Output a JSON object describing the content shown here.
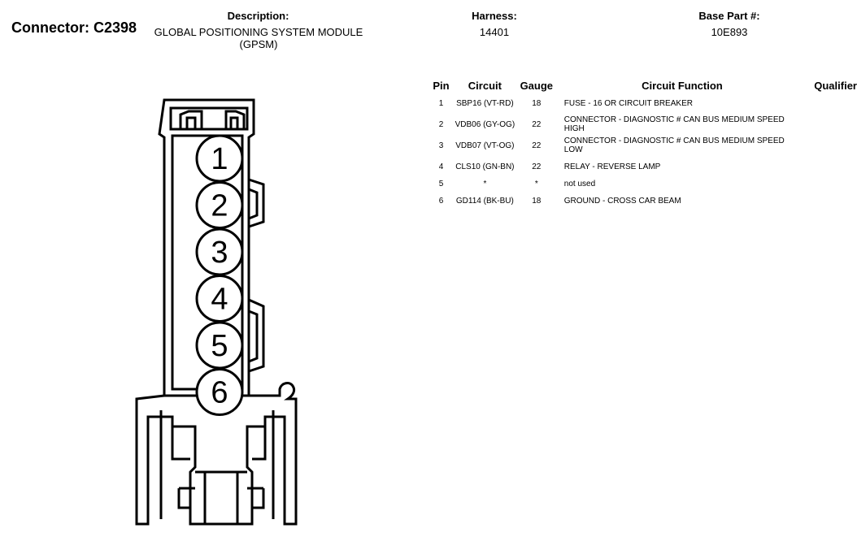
{
  "connector": {
    "title": "Connector: C2398",
    "description_label": "Description:",
    "description": "GLOBAL POSITIONING SYSTEM MODULE (GPSM)",
    "harness_label": "Harness:",
    "harness": "14401",
    "base_part_label": "Base Part #:",
    "base_part": "10E893"
  },
  "table": {
    "headers": {
      "pin": "Pin",
      "circuit": "Circuit",
      "gauge": "Gauge",
      "function": "Circuit Function",
      "qualifier": "Qualifier"
    },
    "rows": [
      {
        "pin": "1",
        "circuit": "SBP16 (VT-RD)",
        "gauge": "18",
        "function": "FUSE - 16 OR CIRCUIT BREAKER",
        "qualifier": ""
      },
      {
        "pin": "2",
        "circuit": "VDB06 (GY-OG)",
        "gauge": "22",
        "function": "CONNECTOR - DIAGNOSTIC # CAN BUS MEDIUM SPEED HIGH",
        "qualifier": ""
      },
      {
        "pin": "3",
        "circuit": "VDB07 (VT-OG)",
        "gauge": "22",
        "function": "CONNECTOR - DIAGNOSTIC # CAN BUS MEDIUM SPEED LOW",
        "qualifier": ""
      },
      {
        "pin": "4",
        "circuit": "CLS10 (GN-BN)",
        "gauge": "22",
        "function": "RELAY - REVERSE LAMP",
        "qualifier": ""
      },
      {
        "pin": "5",
        "circuit": "*",
        "gauge": "*",
        "function": "not used",
        "qualifier": ""
      },
      {
        "pin": "6",
        "circuit": "GD114 (BK-BU)",
        "gauge": "18",
        "function": "GROUND - CROSS CAR BEAM",
        "qualifier": ""
      }
    ]
  },
  "diagram": {
    "pin_labels": [
      "1",
      "2",
      "3",
      "4",
      "5",
      "6"
    ]
  }
}
